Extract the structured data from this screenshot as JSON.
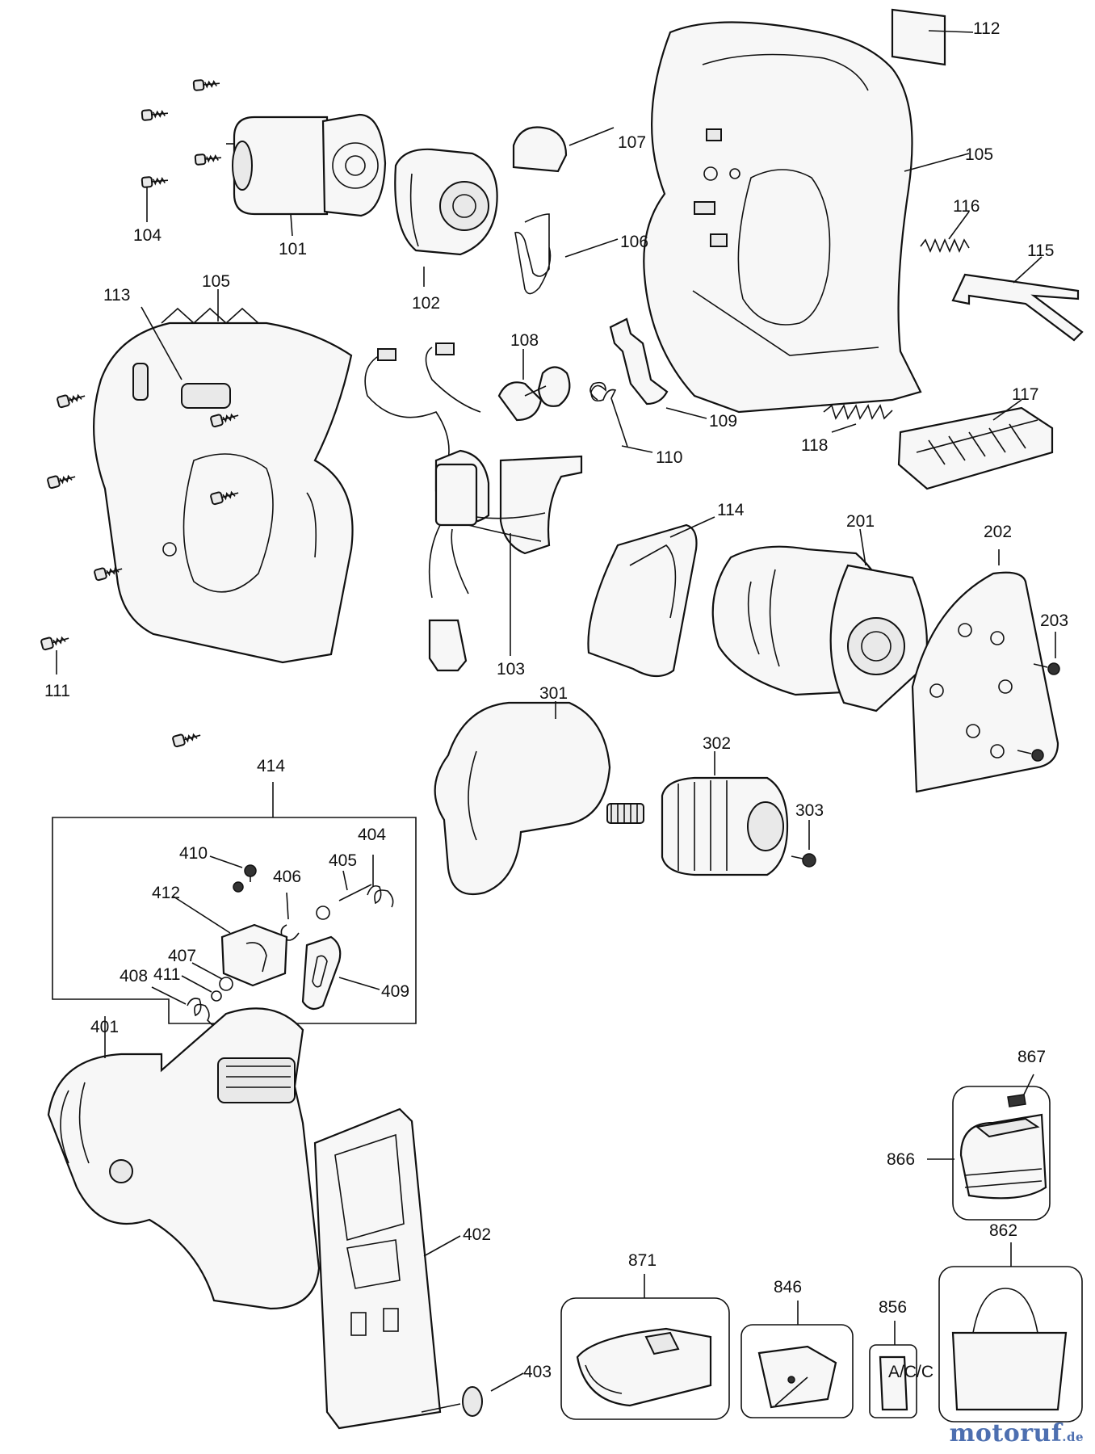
{
  "labels": {
    "l101": "101",
    "l102": "102",
    "l103": "103",
    "l104": "104",
    "l105a": "105",
    "l105b": "105",
    "l106": "106",
    "l107": "107",
    "l108": "108",
    "l109": "109",
    "l110": "110",
    "l111": "111",
    "l112": "112",
    "l113": "113",
    "l114": "114",
    "l115": "115",
    "l116": "116",
    "l117": "117",
    "l118": "118",
    "l201": "201",
    "l202": "202",
    "l203": "203",
    "l301": "301",
    "l302": "302",
    "l303": "303",
    "l401": "401",
    "l402": "402",
    "l403": "403",
    "l404": "404",
    "l405": "405",
    "l406": "406",
    "l407": "407",
    "l408": "408",
    "l409": "409",
    "l410": "410",
    "l411": "411",
    "l412": "412",
    "l414": "414",
    "l846": "846",
    "l856": "856",
    "l862": "862",
    "l866": "866",
    "l867": "867",
    "l871": "871"
  },
  "acc_text": "A/C/C",
  "watermark": {
    "main": "motoruf",
    "tld": ".de",
    "color": "#4d6fb0"
  }
}
